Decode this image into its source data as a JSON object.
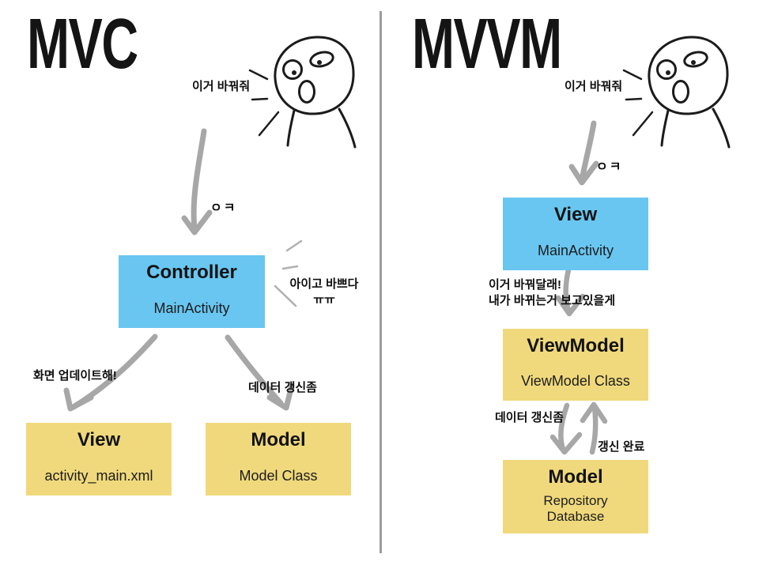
{
  "colors": {
    "box_blue": "#69c6f1",
    "box_yellow": "#f0d97c",
    "arrow_gray": "#a7a7a7",
    "divider_gray": "#9c9c9c",
    "ink": "#1b1b1b"
  },
  "left": {
    "title": "MVC",
    "speech": "이거 바꿔줘",
    "ack": "ㅇㅋ",
    "busy_line1": "아이고 바쁘다",
    "busy_line2": "ㅠㅠ",
    "arrow_labels": {
      "to_view": "화면 업데이트해!",
      "to_model": "데이터 갱신좀"
    },
    "boxes": {
      "controller": {
        "name": "Controller",
        "detail": "MainActivity"
      },
      "view": {
        "name": "View",
        "detail": "activity_main.xml"
      },
      "model": {
        "name": "Model",
        "detail": "Model Class"
      }
    }
  },
  "right": {
    "title": "MVVM",
    "speech": "이거 바꿔줘",
    "ack": "ㅇㅋ",
    "relay_line1": "이거 바꿔달래!",
    "relay_line2": "내가 바뀌는거 보고있을게",
    "arrow_labels": {
      "to_model": "데이터 갱신좀",
      "from_model": "갱신 완료"
    },
    "boxes": {
      "view": {
        "name": "View",
        "detail": "MainActivity"
      },
      "viewmodel": {
        "name": "ViewModel",
        "detail": "ViewModel Class"
      },
      "model": {
        "name": "Model",
        "detail_line1": "Repository",
        "detail_line2": "Database"
      }
    }
  }
}
